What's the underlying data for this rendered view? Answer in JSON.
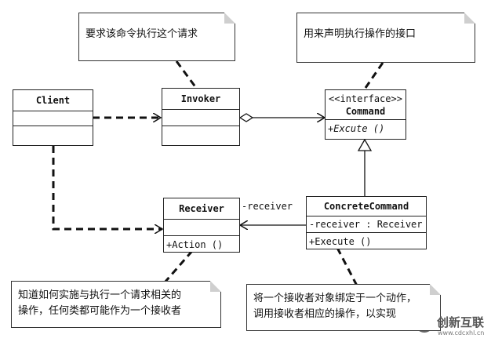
{
  "notes": {
    "invoker_note": "要求该命令执行这个请求",
    "command_note": "用来声明执行操作的接口",
    "receiver_note_line1": "知道如何实施与执行一个请求相关的",
    "receiver_note_line2": "操作，任何类都可能作为一个接收者",
    "concrete_note_line1": "将一个接收者对象绑定于一个动作，",
    "concrete_note_line2": "调用接收者相应的操作，以实现"
  },
  "classes": {
    "client": {
      "name": "Client"
    },
    "invoker": {
      "name": "Invoker"
    },
    "command": {
      "stereotype": "<<interface>>",
      "name": "Command",
      "method": "+Excute ()"
    },
    "receiver": {
      "name": "Receiver",
      "method": "+Action ()"
    },
    "concrete": {
      "name": "ConcreteCommand",
      "attribute": "-receiver : Receiver",
      "method": "+Execute ()"
    }
  },
  "association_label": "-receiver",
  "watermark": {
    "brand": "创新互联",
    "url": "www.cdcxhl.cn"
  },
  "colors": {
    "line": "#111111",
    "watermark": "#555555"
  }
}
